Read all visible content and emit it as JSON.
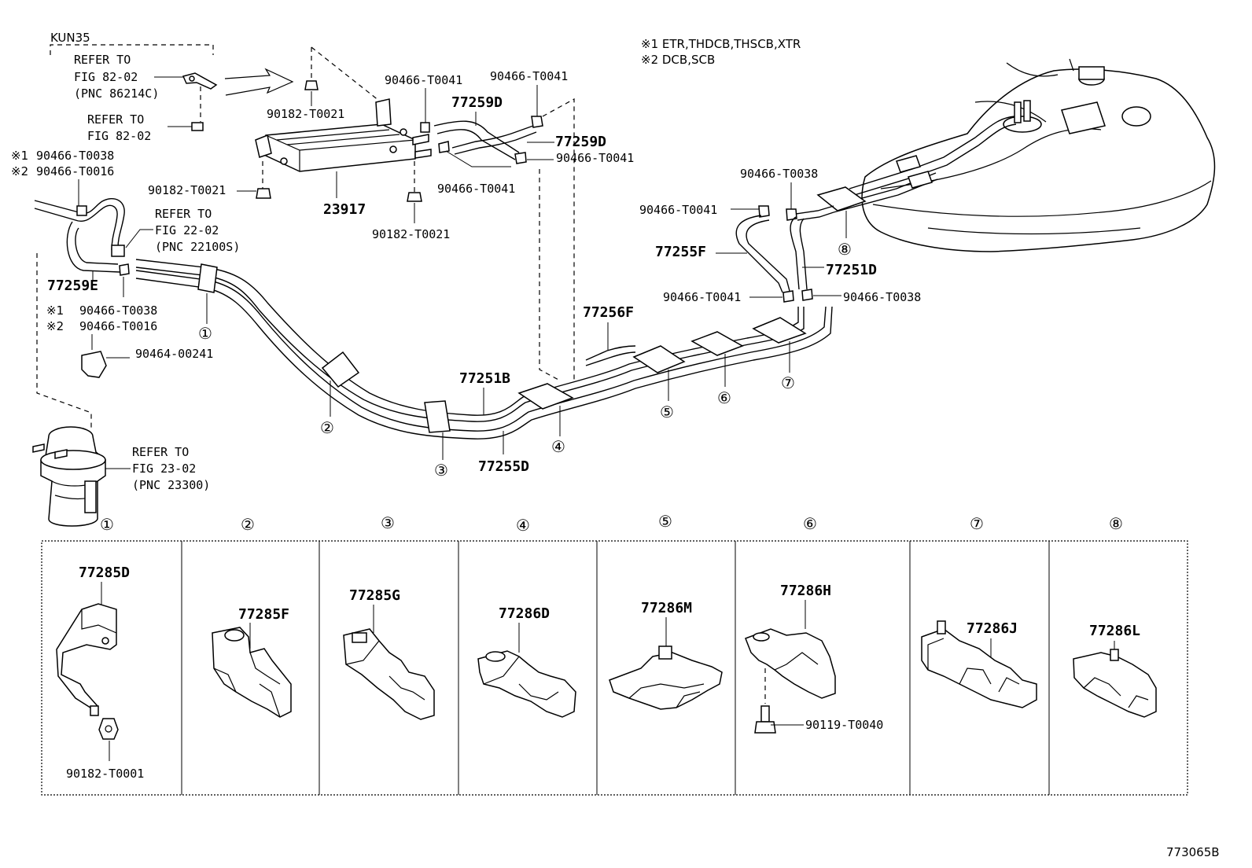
{
  "model": "KUN35",
  "notes": [
    "※1 ETR,THDCB,THSCB,XTR",
    "※2 DCB,SCB"
  ],
  "diagram_id": "773065B",
  "refer": {
    "r1": [
      "REFER TO",
      "FIG 82-02",
      "(PNC 86214C)"
    ],
    "r2": [
      "REFER TO",
      "FIG 82-02"
    ],
    "r3": [
      "REFER TO",
      "FIG 22-02",
      "(PNC 22100S)"
    ],
    "r4": [
      "REFER TO",
      "FIG 23-02",
      "(PNC 23300)"
    ]
  },
  "labels": {
    "p90182_T0021_a": "90182-T0021",
    "p90182_T0021_b": "90182-T0021",
    "p90182_T0021_c": "90182-T0021",
    "p23917": "23917",
    "p90466_T0041_a": "90466-T0041",
    "p90466_T0041_b": "90466-T0041",
    "p90466_T0041_c": "90466-T0041",
    "p90466_T0041_d": "90466-T0041",
    "p90466_T0041_e": "90466-T0041",
    "p90466_T0041_f": "90466-T0041",
    "p77259D_a": "77259D",
    "p77259D_b": "77259D",
    "s1a": "※1",
    "p90466_T0038_a": "90466-T0038",
    "s2a": "※2",
    "p90466_T0016_a": "90466-T0016",
    "p77259E": "77259E",
    "s1b": "※1",
    "p90466_T0038_b": "90466-T0038",
    "s2b": "※2",
    "p90466_T0016_b": "90466-T0016",
    "p90464_00241": "90464-00241",
    "p90466_T0038_c": "90466-T0038",
    "p90466_T0038_d": "90466-T0038",
    "p77255F": "77255F",
    "p77251D": "77251D",
    "p77256F": "77256F",
    "p77251B": "77251B",
    "p77255D": "77255D"
  },
  "callouts": [
    "①",
    "②",
    "③",
    "④",
    "⑤",
    "⑥",
    "⑦",
    "⑧"
  ],
  "clamp_panels": [
    {
      "num": "①",
      "part": "77285D",
      "extra": "90182-T0001"
    },
    {
      "num": "②",
      "part": "77285F"
    },
    {
      "num": "③",
      "part": "77285G"
    },
    {
      "num": "④",
      "part": "77286D"
    },
    {
      "num": "⑤",
      "part": "77286M"
    },
    {
      "num": "⑥",
      "part": "77286H",
      "extra": "90119-T0040"
    },
    {
      "num": "⑦",
      "part": "77286J"
    },
    {
      "num": "⑧",
      "part": "77286L"
    }
  ]
}
